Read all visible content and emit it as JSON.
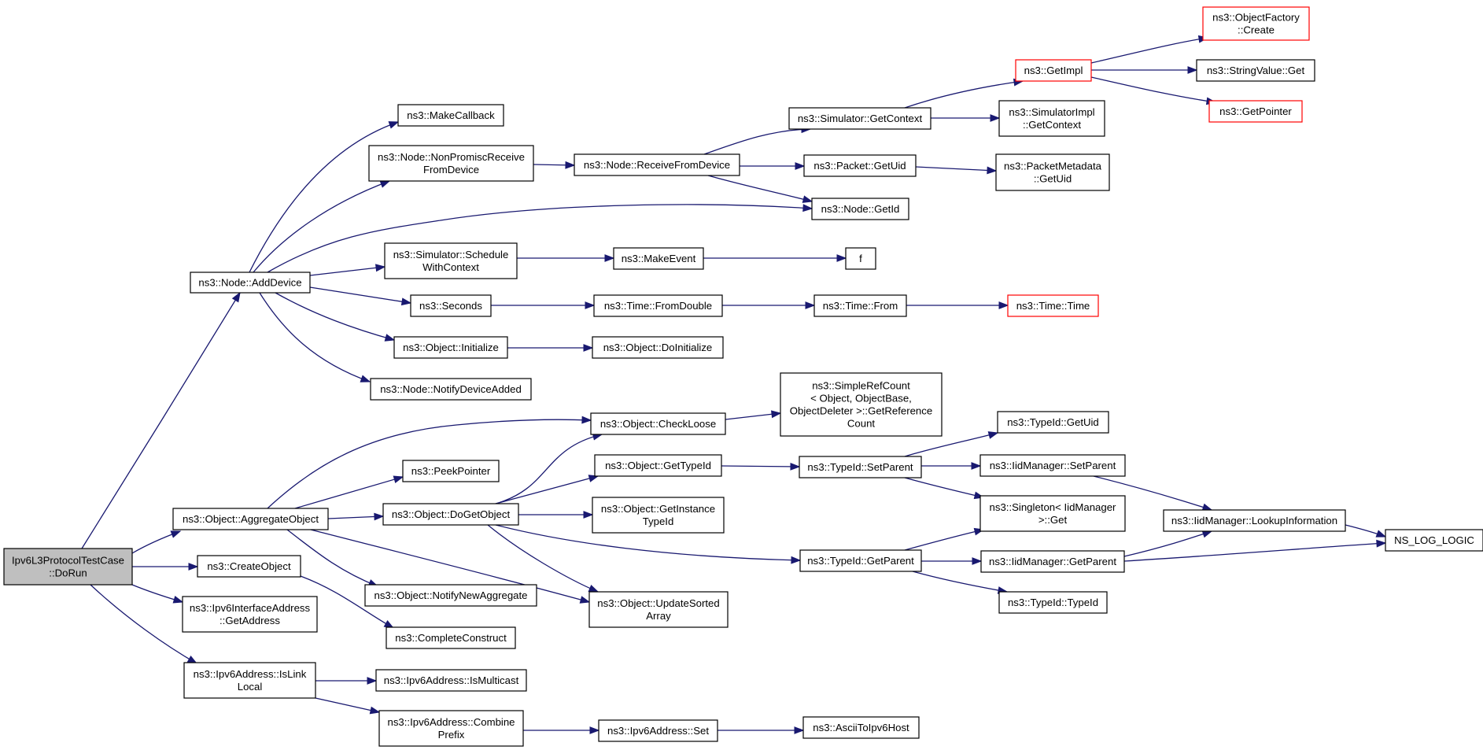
{
  "graph": {
    "nodes": [
      {
        "id": "root",
        "lines": [
          "Ipv6L3ProtocolTestCase",
          "::DoRun"
        ]
      },
      {
        "id": "addDevice",
        "lines": [
          "ns3::Node::AddDevice"
        ]
      },
      {
        "id": "aggregateObject",
        "lines": [
          "ns3::Object::AggregateObject"
        ]
      },
      {
        "id": "createObject",
        "lines": [
          "ns3::CreateObject"
        ]
      },
      {
        "id": "ifaceGetAddress",
        "lines": [
          "ns3::Ipv6InterfaceAddress",
          "::GetAddress"
        ]
      },
      {
        "id": "isLinkLocal",
        "lines": [
          "ns3::Ipv6Address::IsLink",
          "Local"
        ]
      },
      {
        "id": "makeCallback",
        "lines": [
          "ns3::MakeCallback"
        ]
      },
      {
        "id": "nonPromisc",
        "lines": [
          "ns3::Node::NonPromiscReceive",
          "FromDevice"
        ]
      },
      {
        "id": "scheduleWithContext",
        "lines": [
          "ns3::Simulator::Schedule",
          "WithContext"
        ]
      },
      {
        "id": "seconds",
        "lines": [
          "ns3::Seconds"
        ]
      },
      {
        "id": "objInitialize",
        "lines": [
          "ns3::Object::Initialize"
        ]
      },
      {
        "id": "notifyDeviceAdded",
        "lines": [
          "ns3::Node::NotifyDeviceAdded"
        ]
      },
      {
        "id": "peekPointer",
        "lines": [
          "ns3::PeekPointer"
        ]
      },
      {
        "id": "doGetObject",
        "lines": [
          "ns3::Object::DoGetObject"
        ]
      },
      {
        "id": "notifyNewAggregate",
        "lines": [
          "ns3::Object::NotifyNewAggregate"
        ]
      },
      {
        "id": "completeConstruct",
        "lines": [
          "ns3::CompleteConstruct"
        ]
      },
      {
        "id": "isMulticast",
        "lines": [
          "ns3::Ipv6Address::IsMulticast"
        ]
      },
      {
        "id": "combinePrefix",
        "lines": [
          "ns3::Ipv6Address::Combine",
          "Prefix"
        ]
      },
      {
        "id": "receiveFromDevice",
        "lines": [
          "ns3::Node::ReceiveFromDevice"
        ]
      },
      {
        "id": "makeEvent",
        "lines": [
          "ns3::MakeEvent"
        ]
      },
      {
        "id": "fromDouble",
        "lines": [
          "ns3::Time::FromDouble"
        ]
      },
      {
        "id": "doInitialize",
        "lines": [
          "ns3::Object::DoInitialize"
        ]
      },
      {
        "id": "checkLoose",
        "lines": [
          "ns3::Object::CheckLoose"
        ]
      },
      {
        "id": "getTypeId",
        "lines": [
          "ns3::Object::GetTypeId"
        ]
      },
      {
        "id": "getInstanceTypeId",
        "lines": [
          "ns3::Object::GetInstance",
          "TypeId"
        ]
      },
      {
        "id": "updateSortedArray",
        "lines": [
          "ns3::Object::UpdateSorted",
          "Array"
        ]
      },
      {
        "id": "ipv6Set",
        "lines": [
          "ns3::Ipv6Address::Set"
        ]
      },
      {
        "id": "simGetContext",
        "lines": [
          "ns3::Simulator::GetContext"
        ]
      },
      {
        "id": "packetGetUid",
        "lines": [
          "ns3::Packet::GetUid"
        ]
      },
      {
        "id": "nodeGetId",
        "lines": [
          "ns3::Node::GetId"
        ]
      },
      {
        "id": "f",
        "lines": [
          "f"
        ]
      },
      {
        "id": "timeFrom",
        "lines": [
          "ns3::Time::From"
        ]
      },
      {
        "id": "simpleRefCount",
        "lines": [
          "ns3::SimpleRefCount",
          "< Object, ObjectBase,",
          "ObjectDeleter >::GetReference",
          "Count"
        ]
      },
      {
        "id": "typeIdSetParent",
        "lines": [
          "ns3::TypeId::SetParent"
        ]
      },
      {
        "id": "typeIdGetParent",
        "lines": [
          "ns3::TypeId::GetParent"
        ]
      },
      {
        "id": "asciiToIpv6Host",
        "lines": [
          "ns3::AsciiToIpv6Host"
        ]
      },
      {
        "id": "getImpl",
        "lines": [
          "ns3::GetImpl"
        ]
      },
      {
        "id": "simImplGetContext",
        "lines": [
          "ns3::SimulatorImpl",
          "::GetContext"
        ]
      },
      {
        "id": "packetMetadataGetUid",
        "lines": [
          "ns3::PacketMetadata",
          "::GetUid"
        ]
      },
      {
        "id": "timeTime",
        "lines": [
          "ns3::Time::Time"
        ]
      },
      {
        "id": "typeIdGetUid",
        "lines": [
          "ns3::TypeId::GetUid"
        ]
      },
      {
        "id": "iidSetParent",
        "lines": [
          "ns3::IidManager::SetParent"
        ]
      },
      {
        "id": "singletonGet",
        "lines": [
          "ns3::Singleton< IidManager",
          ">::Get"
        ]
      },
      {
        "id": "iidGetParent",
        "lines": [
          "ns3::IidManager::GetParent"
        ]
      },
      {
        "id": "typeIdTypeId",
        "lines": [
          "ns3::TypeId::TypeId"
        ]
      },
      {
        "id": "objectFactoryCreate",
        "lines": [
          "ns3::ObjectFactory",
          "::Create"
        ]
      },
      {
        "id": "stringValueGet",
        "lines": [
          "ns3::StringValue::Get"
        ]
      },
      {
        "id": "getPointer",
        "lines": [
          "ns3::GetPointer"
        ]
      },
      {
        "id": "lookupInformation",
        "lines": [
          "ns3::IidManager::LookupInformation"
        ]
      },
      {
        "id": "nsLogLogic",
        "lines": [
          "NS_LOG_LOGIC"
        ]
      }
    ]
  }
}
